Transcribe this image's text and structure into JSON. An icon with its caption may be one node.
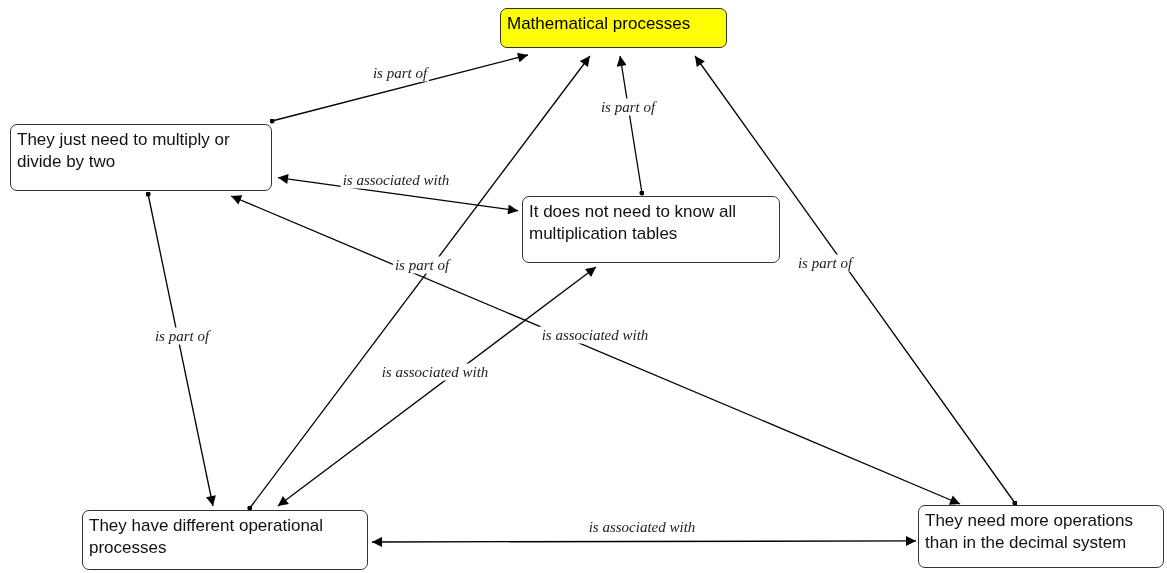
{
  "diagram": {
    "nodes": [
      {
        "text": [
          "Mathematical processes"
        ]
      },
      {
        "text": [
          "They just need to multiply or divide by two"
        ]
      },
      {
        "text": [
          "It does not need to know all multiplication tables"
        ]
      },
      {
        "text": [
          "They have different operational processes"
        ]
      },
      {
        "text": [
          "They need more operations than in the decimal system"
        ]
      }
    ],
    "edges": [
      {
        "from": 1,
        "to": 0,
        "arrow": "to",
        "label": "is part of"
      },
      {
        "from": 1,
        "to": 2,
        "arrow": "both",
        "label": "is associated with"
      },
      {
        "from": 2,
        "to": 0,
        "arrow": "to",
        "label": "is part of"
      },
      {
        "from": 1,
        "to": 3,
        "arrow": "to",
        "label": "is part of"
      },
      {
        "from": 3,
        "to": 0,
        "arrow": "to",
        "label": "is part of"
      },
      {
        "from": 3,
        "to": 2,
        "arrow": "both",
        "label": "is associated with"
      },
      {
        "from": 4,
        "to": 1,
        "arrow": "both",
        "label": "is associated with"
      },
      {
        "from": 4,
        "to": 0,
        "arrow": "to",
        "label": "is part of"
      },
      {
        "from": 3,
        "to": 4,
        "arrow": "both",
        "label": "is associated with"
      }
    ]
  }
}
